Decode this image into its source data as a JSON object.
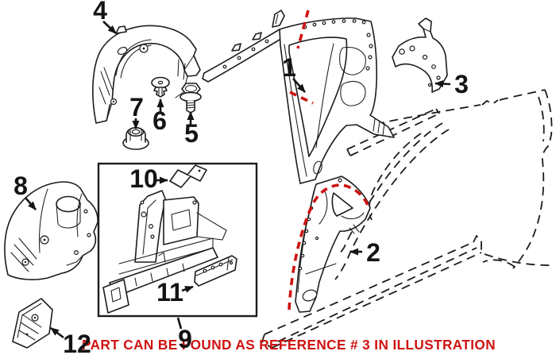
{
  "figure": {
    "background": "#ffffff",
    "line_color": "#1c1c1c",
    "accent_color": "#cf1312",
    "note": {
      "text": "PART CAN BE FOUND AS REFERENCE # 3 IN ILLUSTRATION",
      "color": "#cf1312"
    },
    "callouts": [
      "1",
      "2",
      "3",
      "4",
      "5",
      "6",
      "7",
      "8",
      "9",
      "10",
      "11",
      "12"
    ]
  }
}
